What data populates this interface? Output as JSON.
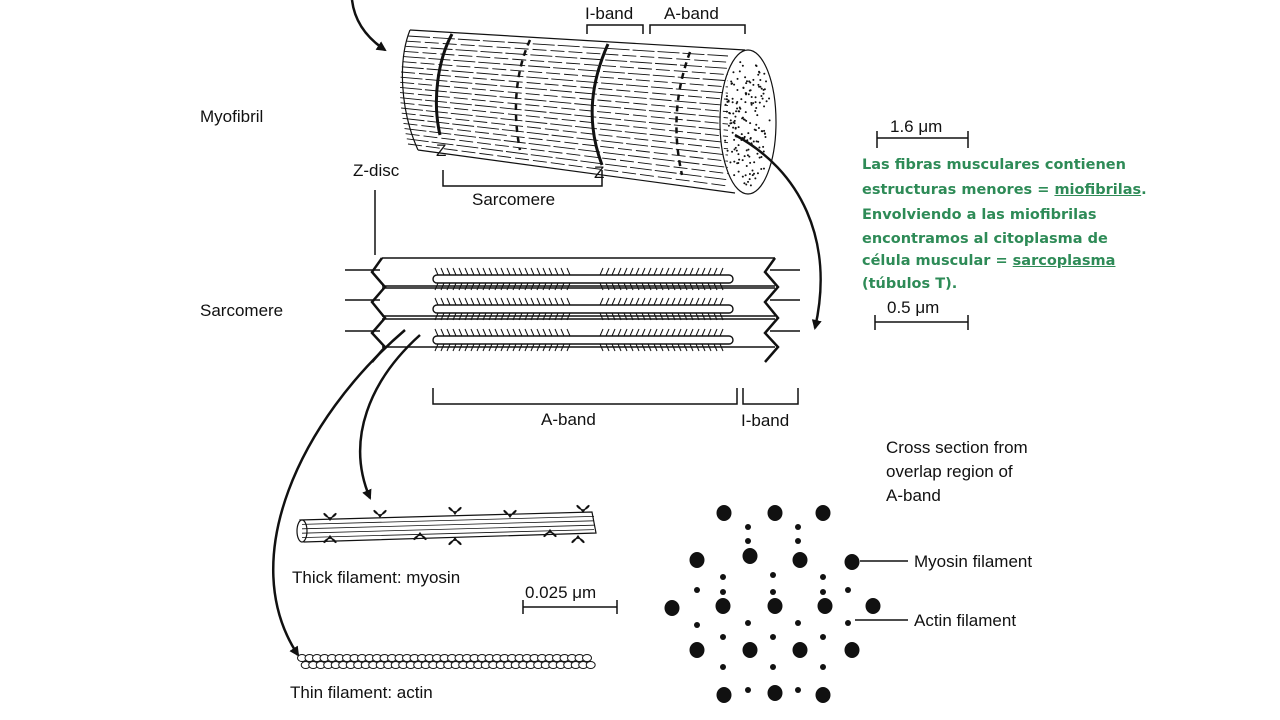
{
  "diagram": {
    "myofibril_labels": {
      "myofibril": "Myofibril",
      "i_band": "I-band",
      "a_band": "A-band",
      "z_disc": "Z-disc",
      "z1": "Z",
      "z2": "Z",
      "sarcomere": "Sarcomere",
      "scale": "1.6 μm"
    },
    "sarcomere_labels": {
      "sarcomere": "Sarcomere",
      "scale": "0.5 μm",
      "a_band": "A-band",
      "i_band": "I-band"
    },
    "cross_section": {
      "title_lines": [
        "Cross section from",
        "overlap region of",
        "A-band"
      ],
      "myosin": "Myosin filament",
      "actin": "Actin filament"
    },
    "filaments": {
      "thick": "Thick filament: myosin",
      "scale": "0.025 μm",
      "thin": "Thin filament: actin"
    }
  },
  "note": {
    "line1": "Las fibras musculares  contienen",
    "line2_pre": "estructuras menores = ",
    "line2_u": "miofibrilas",
    "line2_post": ".",
    "line3": "Envolviendo  a las miofibrilas",
    "line4": " encontramos al  citoplasma de",
    "line5_pre": "célula muscular  = ",
    "line5_u": " sarcoplasma",
    "line6": "(túbulos T)."
  },
  "colors": {
    "note_text": "#2e8b57",
    "ink": "#111111"
  }
}
